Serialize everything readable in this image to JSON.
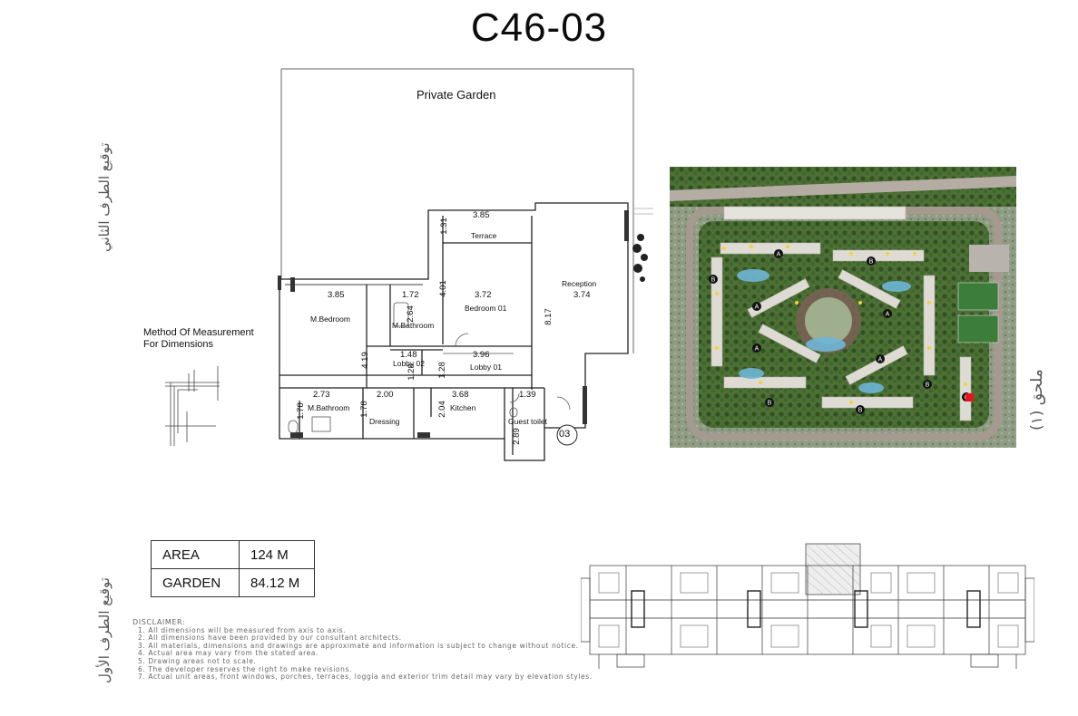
{
  "title": "C46-03",
  "side_labels": {
    "second_party": "توقيع الطرف الثاني",
    "first_party": "توقيع الطرف الأول",
    "annex": "ملحق (١)"
  },
  "method": {
    "line1": "Method Of Measurement",
    "line2": "For Dimensions"
  },
  "plan": {
    "garden_label": "Private Garden",
    "rooms": {
      "terrace": "Terrace",
      "reception": "Reception",
      "m_bedroom": "M.Bedroom",
      "m_bathroom_1": "M.Bathroom",
      "bedroom_01": "Bedroom 01",
      "lobby_02": "Lobby 02",
      "lobby_01": "Lobby 01",
      "m_bathroom_2": "M.Bathroom",
      "dressing": "Dressing",
      "kitchen": "Kitchen",
      "guest_toilet": "Guest toilet"
    },
    "dims": {
      "d385_top": "3.85",
      "d131": "1.31",
      "d385": "3.85",
      "d172": "1.72",
      "d401": "4.01",
      "d372": "3.72",
      "d374": "3.74",
      "d264": "2.64",
      "d817": "8.17",
      "d419": "4.19",
      "d148": "1.48",
      "d396": "3.96",
      "d128a": "1.28",
      "d128b": "1.28",
      "d273": "2.73",
      "d200": "2.00",
      "d368": "3.68",
      "d139": "1.39",
      "d178a": "1.78",
      "d178b": "1.78",
      "d204": "2.04",
      "d289": "2.89"
    },
    "unit_number": "03"
  },
  "area_table": {
    "rows": [
      {
        "label": "AREA",
        "value": "124 M"
      },
      {
        "label": "GARDEN",
        "value": "84.12 M"
      }
    ]
  },
  "disclaimer": {
    "heading": "DISCLAIMER:",
    "items": [
      "1.  All dimensions will be measured from axis to axis.",
      "2.  All dimensions have been provided by our consultant architects.",
      "3.  All materials, dimensions and drawings are approximate and information is subject to change without notice.",
      "4.  Actual area may vary from the stated area.",
      "5.  Drawing areas not to scale.",
      "6.  The developer reserves the right to make revisions.",
      "7.  Actual unit areas, front windows, porches, terraces, loggia and exterior trim detail may vary by elevation styles."
    ]
  },
  "master_plan": {
    "markers": [
      "A",
      "B",
      "C"
    ]
  },
  "colors": {
    "highlight": "#e8141b",
    "greenery": "#3f6b2b",
    "water": "#6fb6d6",
    "road": "#9a8f87"
  }
}
